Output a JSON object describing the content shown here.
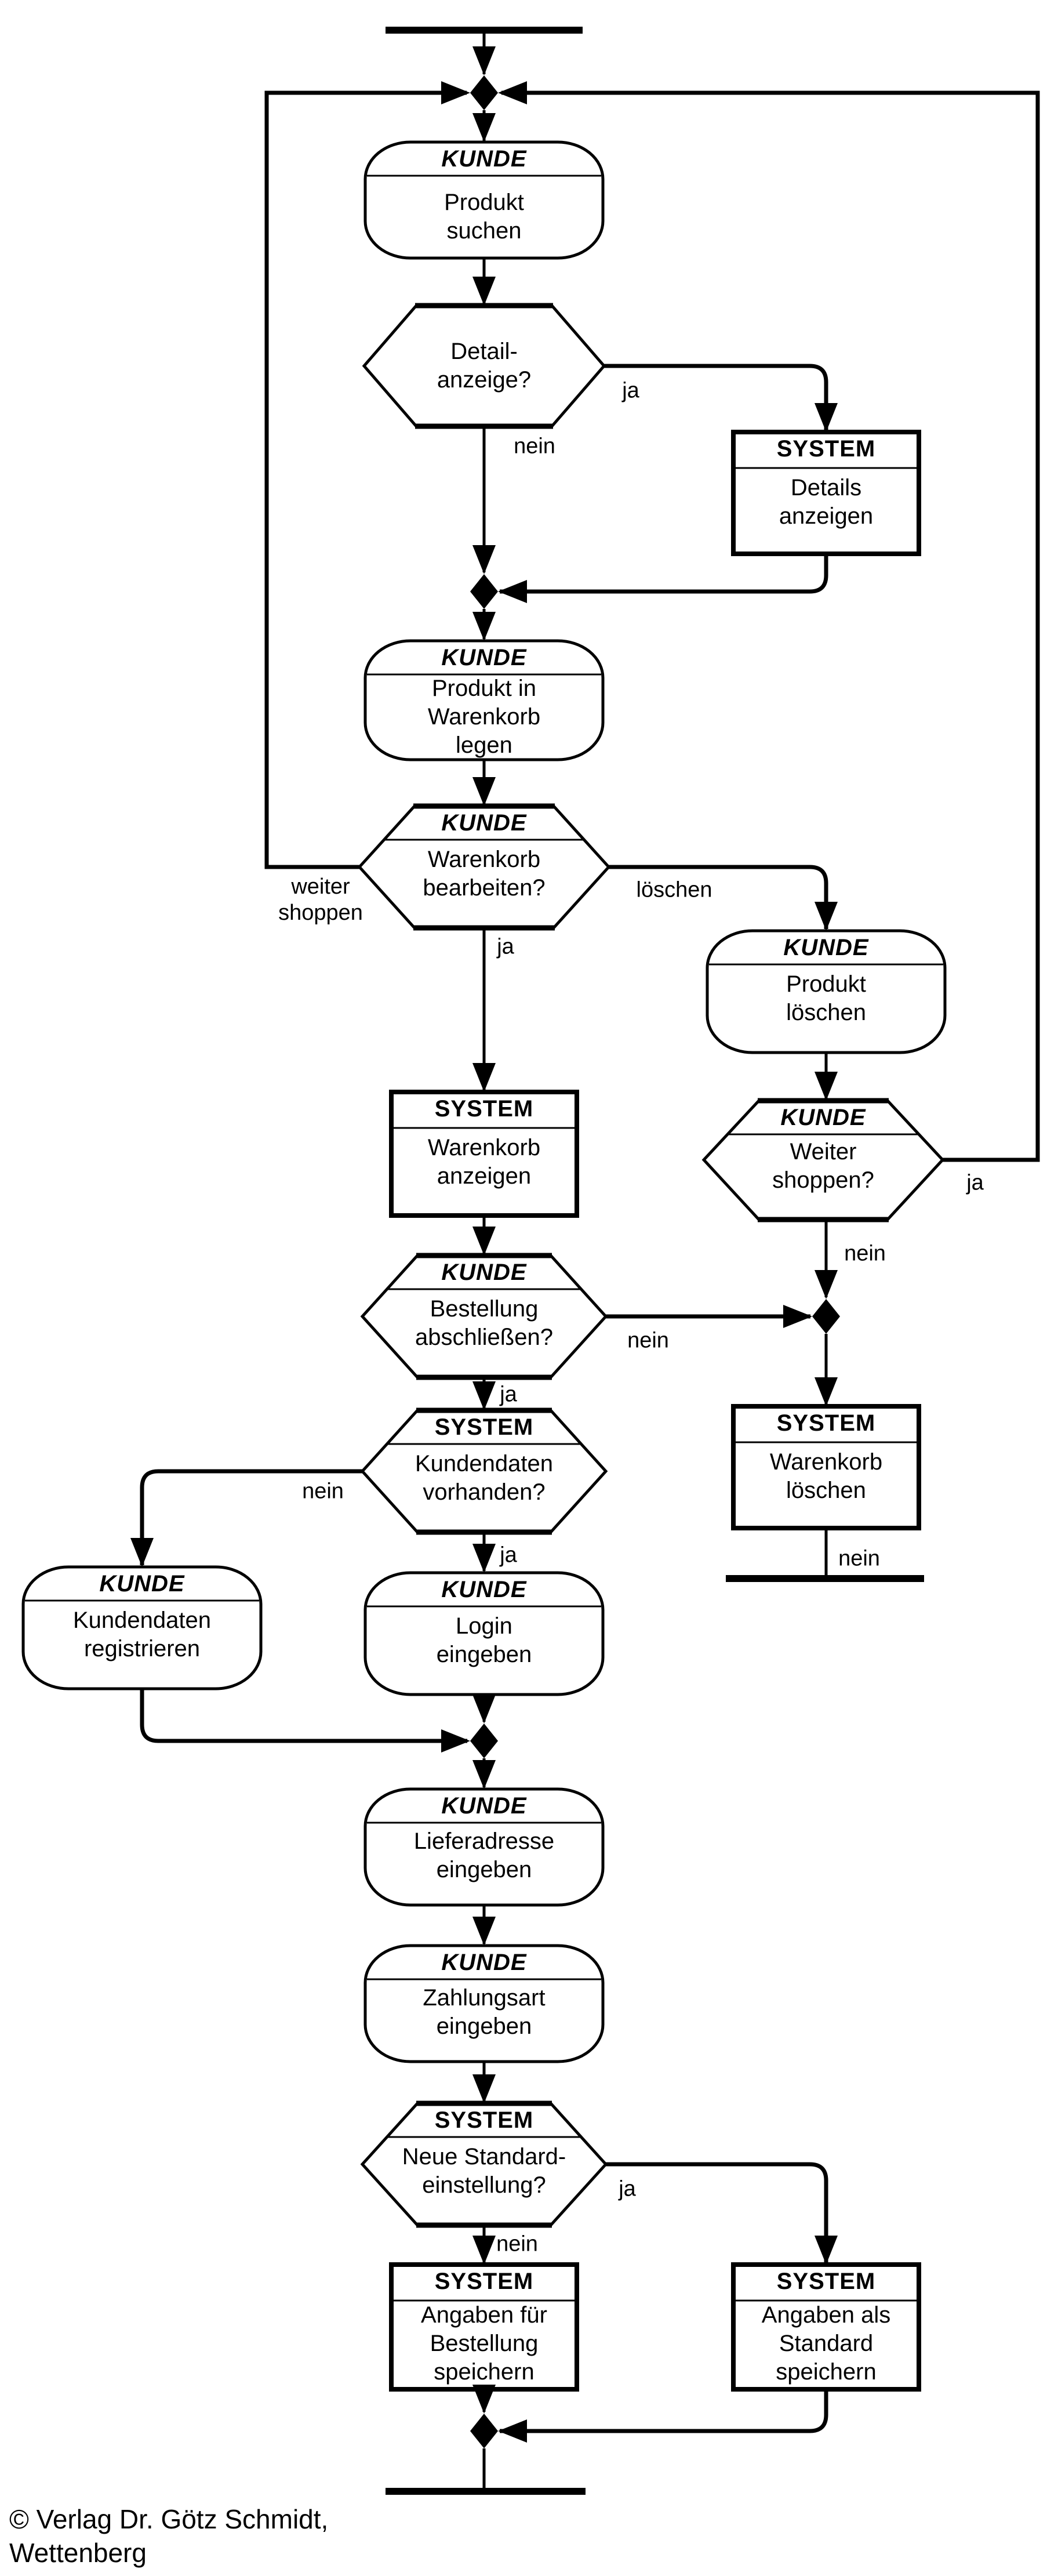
{
  "page": {
    "background": "#ffffff",
    "line_color": "#000000"
  },
  "nodes": {
    "produkt_suchen": {
      "header": "KUNDE",
      "body": "Produkt\nsuchen"
    },
    "detail_anzeige": {
      "body": "Detail-\nanzeige?"
    },
    "details_anzeigen": {
      "header": "SYSTEM",
      "body": "Details\nanzeigen"
    },
    "produkt_in_warenkorb_legen": {
      "header": "KUNDE",
      "body": "Produkt in\nWarenkorb\nlegen"
    },
    "warenkorb_bearbeiten": {
      "header": "KUNDE",
      "body": "Warenkorb\nbearbeiten?"
    },
    "produkt_loeschen": {
      "header": "KUNDE",
      "body": "Produkt\nlöschen"
    },
    "weiter_shoppen": {
      "header": "KUNDE",
      "body": "Weiter\nshoppen?"
    },
    "warenkorb_anzeigen": {
      "header": "SYSTEM",
      "body": "Warenkorb\nanzeigen"
    },
    "bestellung_abschliessen": {
      "header": "KUNDE",
      "body": "Bestellung\nabschließen?"
    },
    "kundendaten_vorhanden": {
      "header": "SYSTEM",
      "body": "Kundendaten\nvorhanden?"
    },
    "kundendaten_registrieren": {
      "header": "KUNDE",
      "body": "Kundendaten\nregistrieren"
    },
    "login_eingeben": {
      "header": "KUNDE",
      "body": "Login\neingeben"
    },
    "warenkorb_loeschen": {
      "header": "SYSTEM",
      "body": "Warenkorb\nlöschen"
    },
    "lieferadresse_eingeben": {
      "header": "KUNDE",
      "body": "Lieferadresse\neingeben"
    },
    "zahlungsart_eingeben": {
      "header": "KUNDE",
      "body": "Zahlungsart\neingeben"
    },
    "neue_standardeinstellung": {
      "header": "SYSTEM",
      "body": "Neue Standard-\neinstellung?"
    },
    "angaben_fuer_bestellung_speichern": {
      "header": "SYSTEM",
      "body": "Angaben für\nBestellung\nspeichern"
    },
    "angaben_als_standard_speichern": {
      "header": "SYSTEM",
      "body": "Angaben als\nStandard\nspeichern"
    }
  },
  "edge_labels": {
    "detail_ja": "ja",
    "detail_nein": "nein",
    "bearbeiten_weiter_shoppen": "weiter\nshoppen",
    "bearbeiten_loeschen": "löschen",
    "bearbeiten_ja": "ja",
    "weiter_shoppen_ja": "ja",
    "weiter_shoppen_nein": "nein",
    "bestellung_nein": "nein",
    "bestellung_ja": "ja",
    "kundendaten_nein": "nein",
    "kundendaten_ja": "ja",
    "warenkorb_loeschen_nein": "nein",
    "standard_ja": "ja",
    "standard_nein": "nein"
  },
  "copyright": {
    "line1": "© Verlag Dr. Götz Schmidt,",
    "line2": "Wettenberg"
  }
}
